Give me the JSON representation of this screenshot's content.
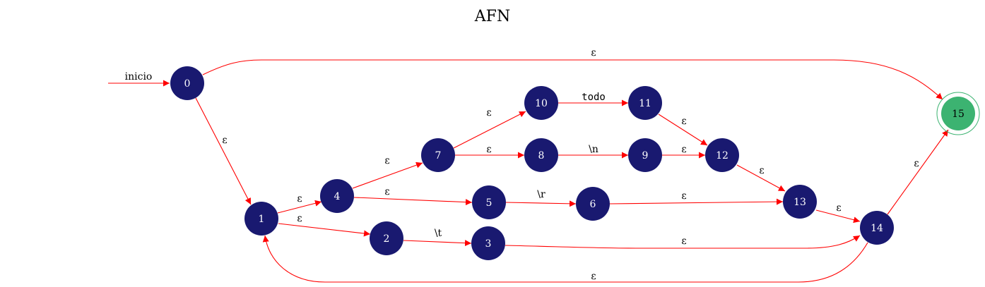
{
  "title": "AFN",
  "start_label": "inicio",
  "colors": {
    "node": "#191970",
    "final_node": "#3cb371",
    "edge": "#ff0000"
  },
  "states": [
    "0",
    "1",
    "2",
    "3",
    "4",
    "5",
    "6",
    "7",
    "8",
    "9",
    "10",
    "11",
    "12",
    "13",
    "14",
    "15"
  ],
  "final_state": "15",
  "transitions": [
    {
      "from": "0",
      "to": "15",
      "label": "ε"
    },
    {
      "from": "0",
      "to": "1",
      "label": "ε"
    },
    {
      "from": "1",
      "to": "4",
      "label": "ε"
    },
    {
      "from": "1",
      "to": "2",
      "label": "ε"
    },
    {
      "from": "4",
      "to": "7",
      "label": "ε"
    },
    {
      "from": "4",
      "to": "5",
      "label": "ε"
    },
    {
      "from": "7",
      "to": "10",
      "label": "ε"
    },
    {
      "from": "7",
      "to": "8",
      "label": "ε"
    },
    {
      "from": "10",
      "to": "11",
      "label": "todo"
    },
    {
      "from": "8",
      "to": "9",
      "label": "\\n"
    },
    {
      "from": "11",
      "to": "12",
      "label": "ε"
    },
    {
      "from": "9",
      "to": "12",
      "label": "ε"
    },
    {
      "from": "12",
      "to": "13",
      "label": "ε"
    },
    {
      "from": "5",
      "to": "6",
      "label": "\\r"
    },
    {
      "from": "6",
      "to": "13",
      "label": "ε"
    },
    {
      "from": "2",
      "to": "3",
      "label": "\\t"
    },
    {
      "from": "3",
      "to": "14",
      "label": "ε"
    },
    {
      "from": "13",
      "to": "14",
      "label": "ε"
    },
    {
      "from": "14",
      "to": "15",
      "label": "ε"
    },
    {
      "from": "14",
      "to": "1",
      "label": "ε"
    }
  ]
}
